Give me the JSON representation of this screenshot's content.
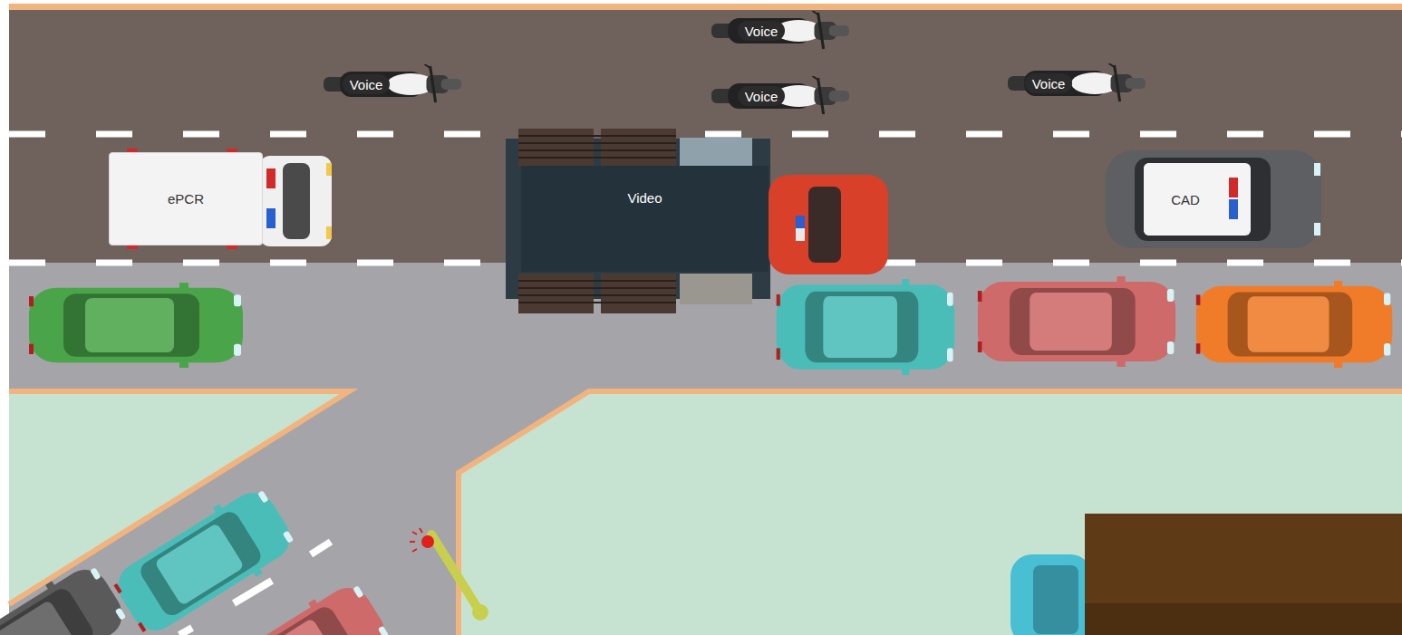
{
  "diagram": {
    "nodes": [
      {
        "text": [
          "Voice"
        ]
      },
      {
        "text": [
          "Voice"
        ]
      },
      {
        "text": [
          "Voice"
        ]
      },
      {
        "text": [
          "Voice"
        ]
      },
      {
        "text": [
          "ePCR"
        ]
      },
      {
        "text": [
          "Video"
        ]
      },
      {
        "text": [
          "CAD"
        ]
      }
    ]
  }
}
